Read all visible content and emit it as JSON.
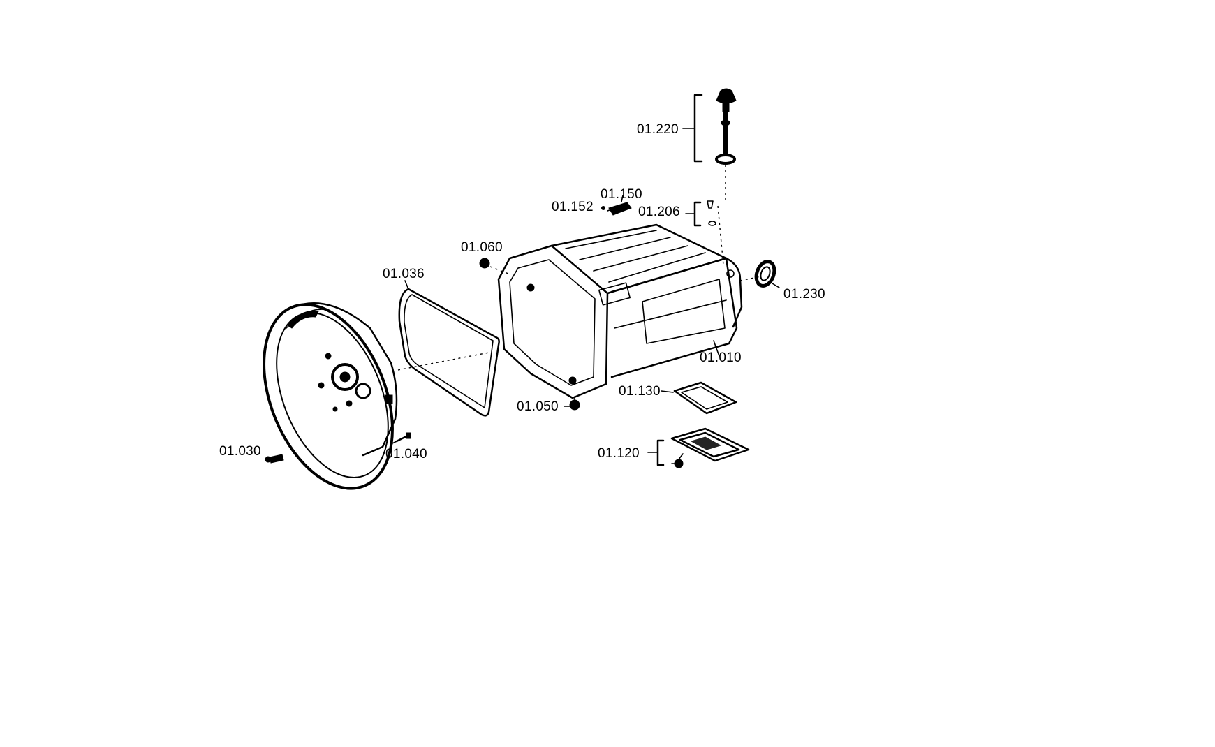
{
  "labels": {
    "p01_220": "01.220",
    "p01_150": "01.150",
    "p01_152": "01.152",
    "p01_206": "01.206",
    "p01_060": "01.060",
    "p01_036": "01.036",
    "p01_230": "01.230",
    "p01_010": "01.010",
    "p01_130": "01.130",
    "p01_050": "01.050",
    "p01_120": "01.120",
    "p01_030": "01.030",
    "p01_040": "01.040"
  },
  "colors": {
    "ink": "#000000",
    "background": "#ffffff"
  }
}
